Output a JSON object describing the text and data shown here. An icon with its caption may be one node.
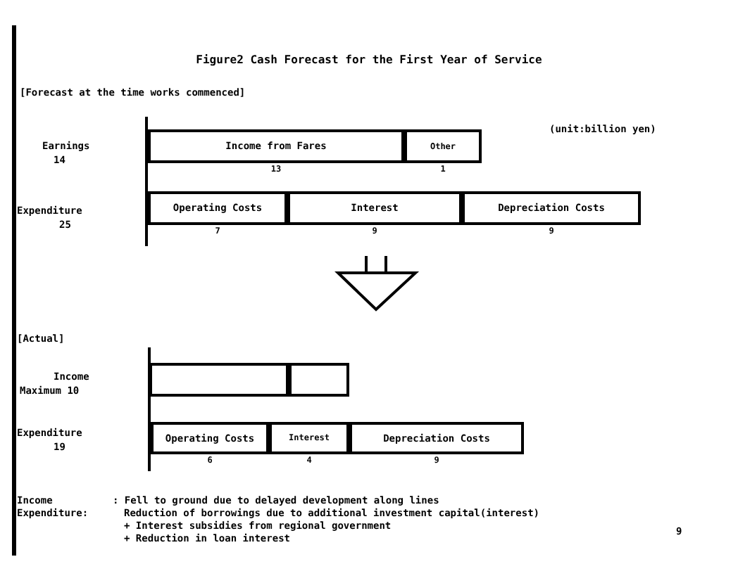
{
  "diagram": {
    "title": "Figure2 Cash Forecast for the First Year of Service",
    "nodes": [
      {
        "text": [
          "Income from Fares"
        ],
        "beside": [
          "13"
        ]
      },
      {
        "text": [
          "Other"
        ],
        "beside": [
          "1"
        ]
      },
      {
        "text": [
          "Operating Costs"
        ],
        "beside": [
          "7"
        ]
      },
      {
        "text": [
          "Interest"
        ],
        "beside": [
          "9"
        ]
      },
      {
        "text": [
          "Depreciation Costs"
        ],
        "beside": [
          "9"
        ]
      },
      {
        "text": [],
        "shape": "box"
      },
      {
        "text": [],
        "shape": "box"
      },
      {
        "text": [
          "Operating Costs"
        ],
        "beside": [
          "6"
        ]
      },
      {
        "text": [
          "Interest"
        ],
        "beside": [
          "4"
        ]
      },
      {
        "text": [
          "Depreciation Costs"
        ],
        "beside": [
          "9"
        ]
      }
    ],
    "edges": [],
    "labels": [
      "[Forecast at the time works commenced]",
      "(unit:billion yen)",
      "Earnings",
      "14",
      "Expenditure",
      "25",
      "[Actual]",
      "Income",
      "Maximum 10",
      "Expenditure",
      "19",
      "Income",
      ": Fell to ground due to delayed development along lines",
      "Expenditure:",
      "Reduction of borrowings due to additional investment capital(interest)",
      "+ Interest subsidies from regional government",
      "+ Reduction in loan interest",
      "9"
    ]
  }
}
